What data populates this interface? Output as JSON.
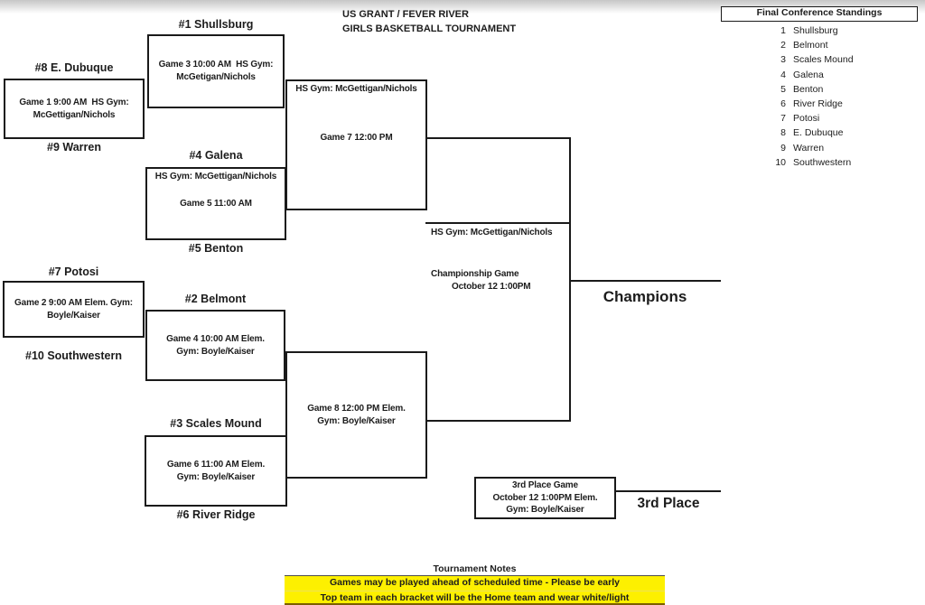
{
  "title": {
    "line1": "US GRANT / FEVER RIVER",
    "line2": "GIRLS BASKETBALL TOURNAMENT"
  },
  "standings": {
    "header": "Final Conference Standings",
    "rows": [
      {
        "rank": "1",
        "team": "Shullsburg"
      },
      {
        "rank": "2",
        "team": "Belmont"
      },
      {
        "rank": "3",
        "team": "Scales Mound"
      },
      {
        "rank": "4",
        "team": "Galena"
      },
      {
        "rank": "5",
        "team": "Benton"
      },
      {
        "rank": "6",
        "team": "River Ridge"
      },
      {
        "rank": "7",
        "team": "Potosi"
      },
      {
        "rank": "8",
        "team": "E. Dubuque"
      },
      {
        "rank": "9",
        "team": "Warren"
      },
      {
        "rank": "10",
        "team": "Southwestern"
      }
    ]
  },
  "bracket": {
    "game1": {
      "top_team": "#8 E. Dubuque",
      "bottom_team": "#9 Warren",
      "info1": "Game 1 9:00 AM  HS Gym:",
      "info2": "McGettigan/Nichols"
    },
    "game2": {
      "top_team": "#7 Potosi",
      "bottom_team": "#10 Southwestern",
      "info1": "Game 2 9:00 AM Elem. Gym:",
      "info2": "Boyle/Kaiser"
    },
    "game3": {
      "top_team": "#1 Shullsburg",
      "info1": "Game 3 10:00 AM  HS Gym:",
      "info2": "McGetigan/Nichols"
    },
    "game4": {
      "top_team": "#2 Belmont",
      "info1": "Game 4 10:00 AM Elem.",
      "info2": "Gym: Boyle/Kaiser"
    },
    "game5": {
      "top_team": "#4 Galena",
      "bottom_team": "#5 Benton",
      "venue": "HS Gym: McGettigan/Nichols",
      "info1": "Game 5 11:00 AM"
    },
    "game6": {
      "top_team": "#3 Scales Mound",
      "bottom_team": "#6 River Ridge",
      "info1": "Game 6 11:00 AM Elem.",
      "info2": "Gym: Boyle/Kaiser"
    },
    "game7": {
      "venue": "HS Gym: McGettigan/Nichols",
      "info1": "Game 7 12:00 PM"
    },
    "game8": {
      "info1": "Game 8 12:00 PM Elem.",
      "info2": "Gym: Boyle/Kaiser"
    },
    "championship": {
      "venue": "HS Gym: McGettigan/Nichols",
      "info1": "Championship Game",
      "info2": "October 12 1:00PM",
      "winner_label": "Champions"
    },
    "third_place": {
      "info1": "3rd Place Game",
      "info2": "October 12 1:00PM Elem.",
      "info3": "Gym: Boyle/Kaiser",
      "winner_label": "3rd Place"
    }
  },
  "notes": {
    "header": "Tournament Notes",
    "line1": "Games may be played ahead of scheduled time - Please be early",
    "line2": "Top team in each bracket will be the Home team and wear white/light"
  },
  "colors": {
    "highlight_yellow": "#fdf000",
    "line_black": "#1a1a1a"
  }
}
